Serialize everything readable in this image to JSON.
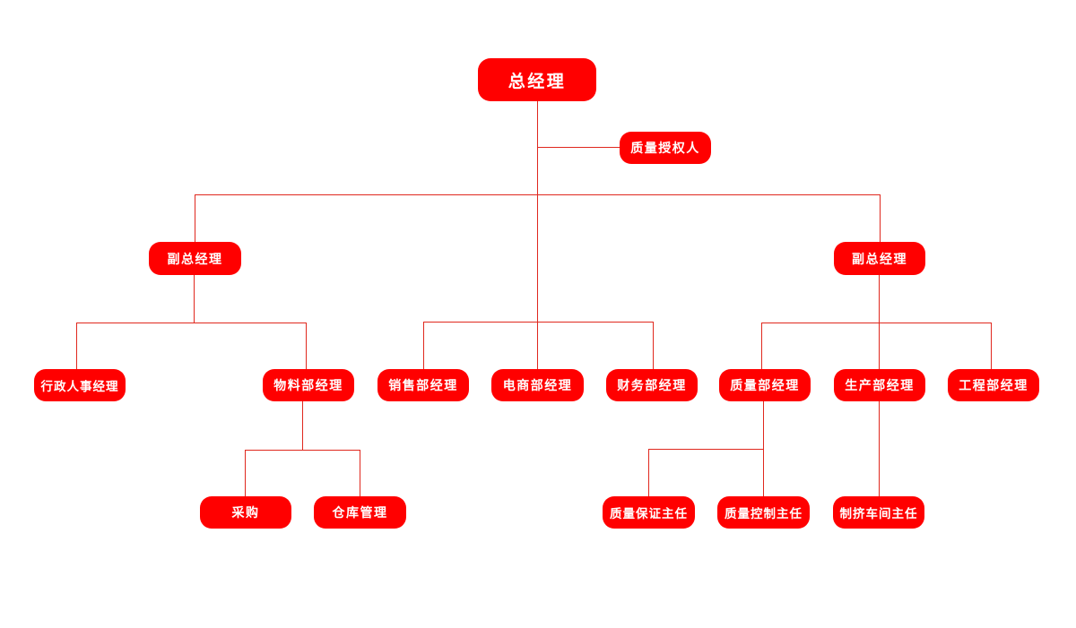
{
  "org_chart": {
    "ceo": "总经理",
    "quality_authorized_person": "质量授权人",
    "vp_left": "副总经理",
    "vp_right": "副总经理",
    "hr_admin_manager": "行政人事经理",
    "materials_manager": "物料部经理",
    "sales_manager": "销售部经理",
    "ecommerce_manager": "电商部经理",
    "finance_manager": "财务部经理",
    "quality_manager": "质量部经理",
    "production_manager": "生产部经理",
    "engineering_manager": "工程部经理",
    "purchasing": "采购",
    "warehouse_management": "仓库管理",
    "qa_supervisor": "质量保证主任",
    "qc_supervisor": "质量控制主任",
    "workshop_supervisor": "制挤车间主任"
  },
  "colors": {
    "node_fill": "#ff0000",
    "node_text": "#ffffff",
    "connector": "#e0281e",
    "background": "#ffffff"
  }
}
